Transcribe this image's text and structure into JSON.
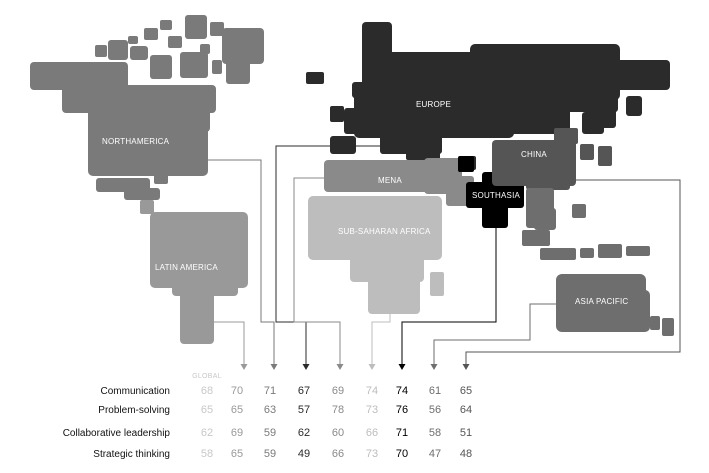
{
  "chart_data": {
    "type": "table",
    "columns": [
      {
        "label": "GLOBAL",
        "color": "#c8c8c8"
      },
      {
        "label": "LATIN AMERICA",
        "color": "#999999"
      },
      {
        "label": "NORTHAMERICA",
        "color": "#7a7a7a"
      },
      {
        "label": "EUROPE",
        "color": "#2b2b2b"
      },
      {
        "label": "MENA",
        "color": "#8a8a8a"
      },
      {
        "label": "SUB-SAHARAN AFRICA",
        "color": "#bdbdbd"
      },
      {
        "label": "SOUTHASIA",
        "color": "#000000"
      },
      {
        "label": "ASIA  PACIFIC",
        "color": "#6e6e6e"
      },
      {
        "label": "CHINA",
        "color": "#555555"
      }
    ],
    "rows": [
      {
        "label": "Communication",
        "values": [
          68,
          70,
          71,
          67,
          69,
          74,
          74,
          61,
          65
        ]
      },
      {
        "label": "Problem-solving",
        "values": [
          65,
          65,
          63,
          57,
          78,
          73,
          76,
          56,
          64
        ]
      },
      {
        "label": "Collaborative leadership",
        "values": [
          62,
          69,
          59,
          62,
          60,
          66,
          71,
          58,
          51
        ]
      },
      {
        "label": "Strategic thinking",
        "values": [
          58,
          65,
          59,
          49,
          66,
          73,
          70,
          47,
          48
        ]
      }
    ]
  }
}
